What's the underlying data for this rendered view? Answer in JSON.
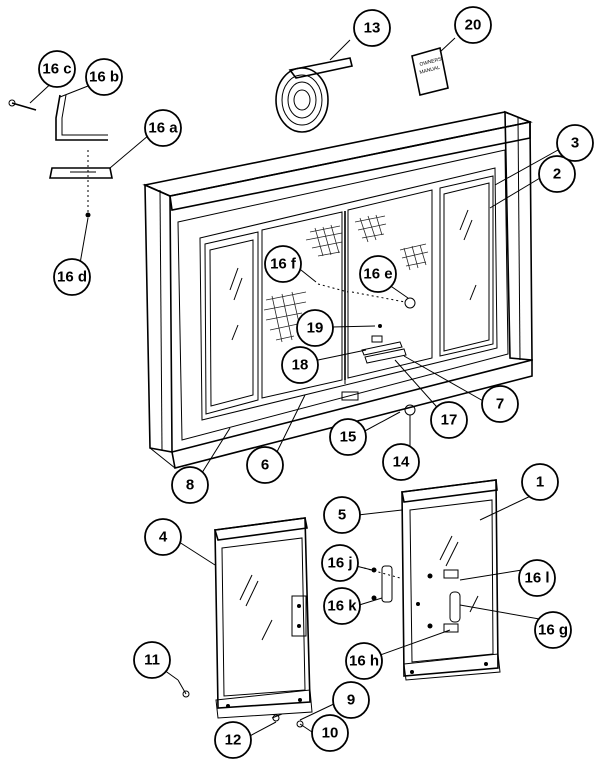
{
  "callouts": {
    "c1": "1",
    "c2": "2",
    "c3": "3",
    "c4": "4",
    "c5": "5",
    "c6": "6",
    "c7": "7",
    "c8": "8",
    "c9": "9",
    "c10": "10",
    "c11": "11",
    "c12": "12",
    "c13": "13",
    "c14": "14",
    "c15": "15",
    "c16a": "16 a",
    "c16b": "16 b",
    "c16c": "16 c",
    "c16d": "16 d",
    "c16e": "16 e",
    "c16f": "16 f",
    "c16g": "16 g",
    "c16h": "16 h",
    "c16j": "16 j",
    "c16k": "16 k",
    "c16l": "16 l",
    "c17": "17",
    "c18": "18",
    "c19": "19",
    "c20": "20"
  },
  "booklet": {
    "line1": "OWNERS",
    "line2": "MANUAL"
  }
}
